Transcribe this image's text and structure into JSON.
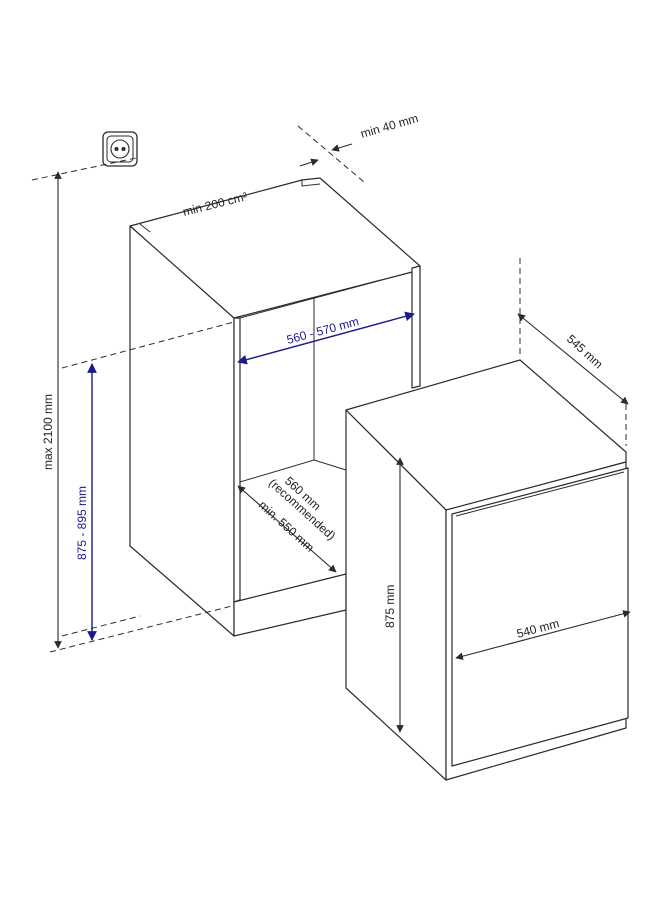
{
  "colors": {
    "line": "#2b2b2b",
    "accent": "#1a1a8c",
    "background": "#ffffff"
  },
  "icons": {
    "socket": "power-socket-icon"
  },
  "labels": {
    "min_gap": "min 40 mm",
    "vent_area": "min 200 cm²",
    "niche_width": "560 - 570 mm",
    "niche_depth_rec": "560 mm",
    "niche_depth_rec_note": "(recommended)",
    "niche_depth_min": "min. 550 mm",
    "max_height": "max 2100 mm",
    "niche_height": "875 - 895 mm",
    "unit_depth": "545 mm",
    "unit_height": "875 mm",
    "unit_width": "540 mm"
  }
}
